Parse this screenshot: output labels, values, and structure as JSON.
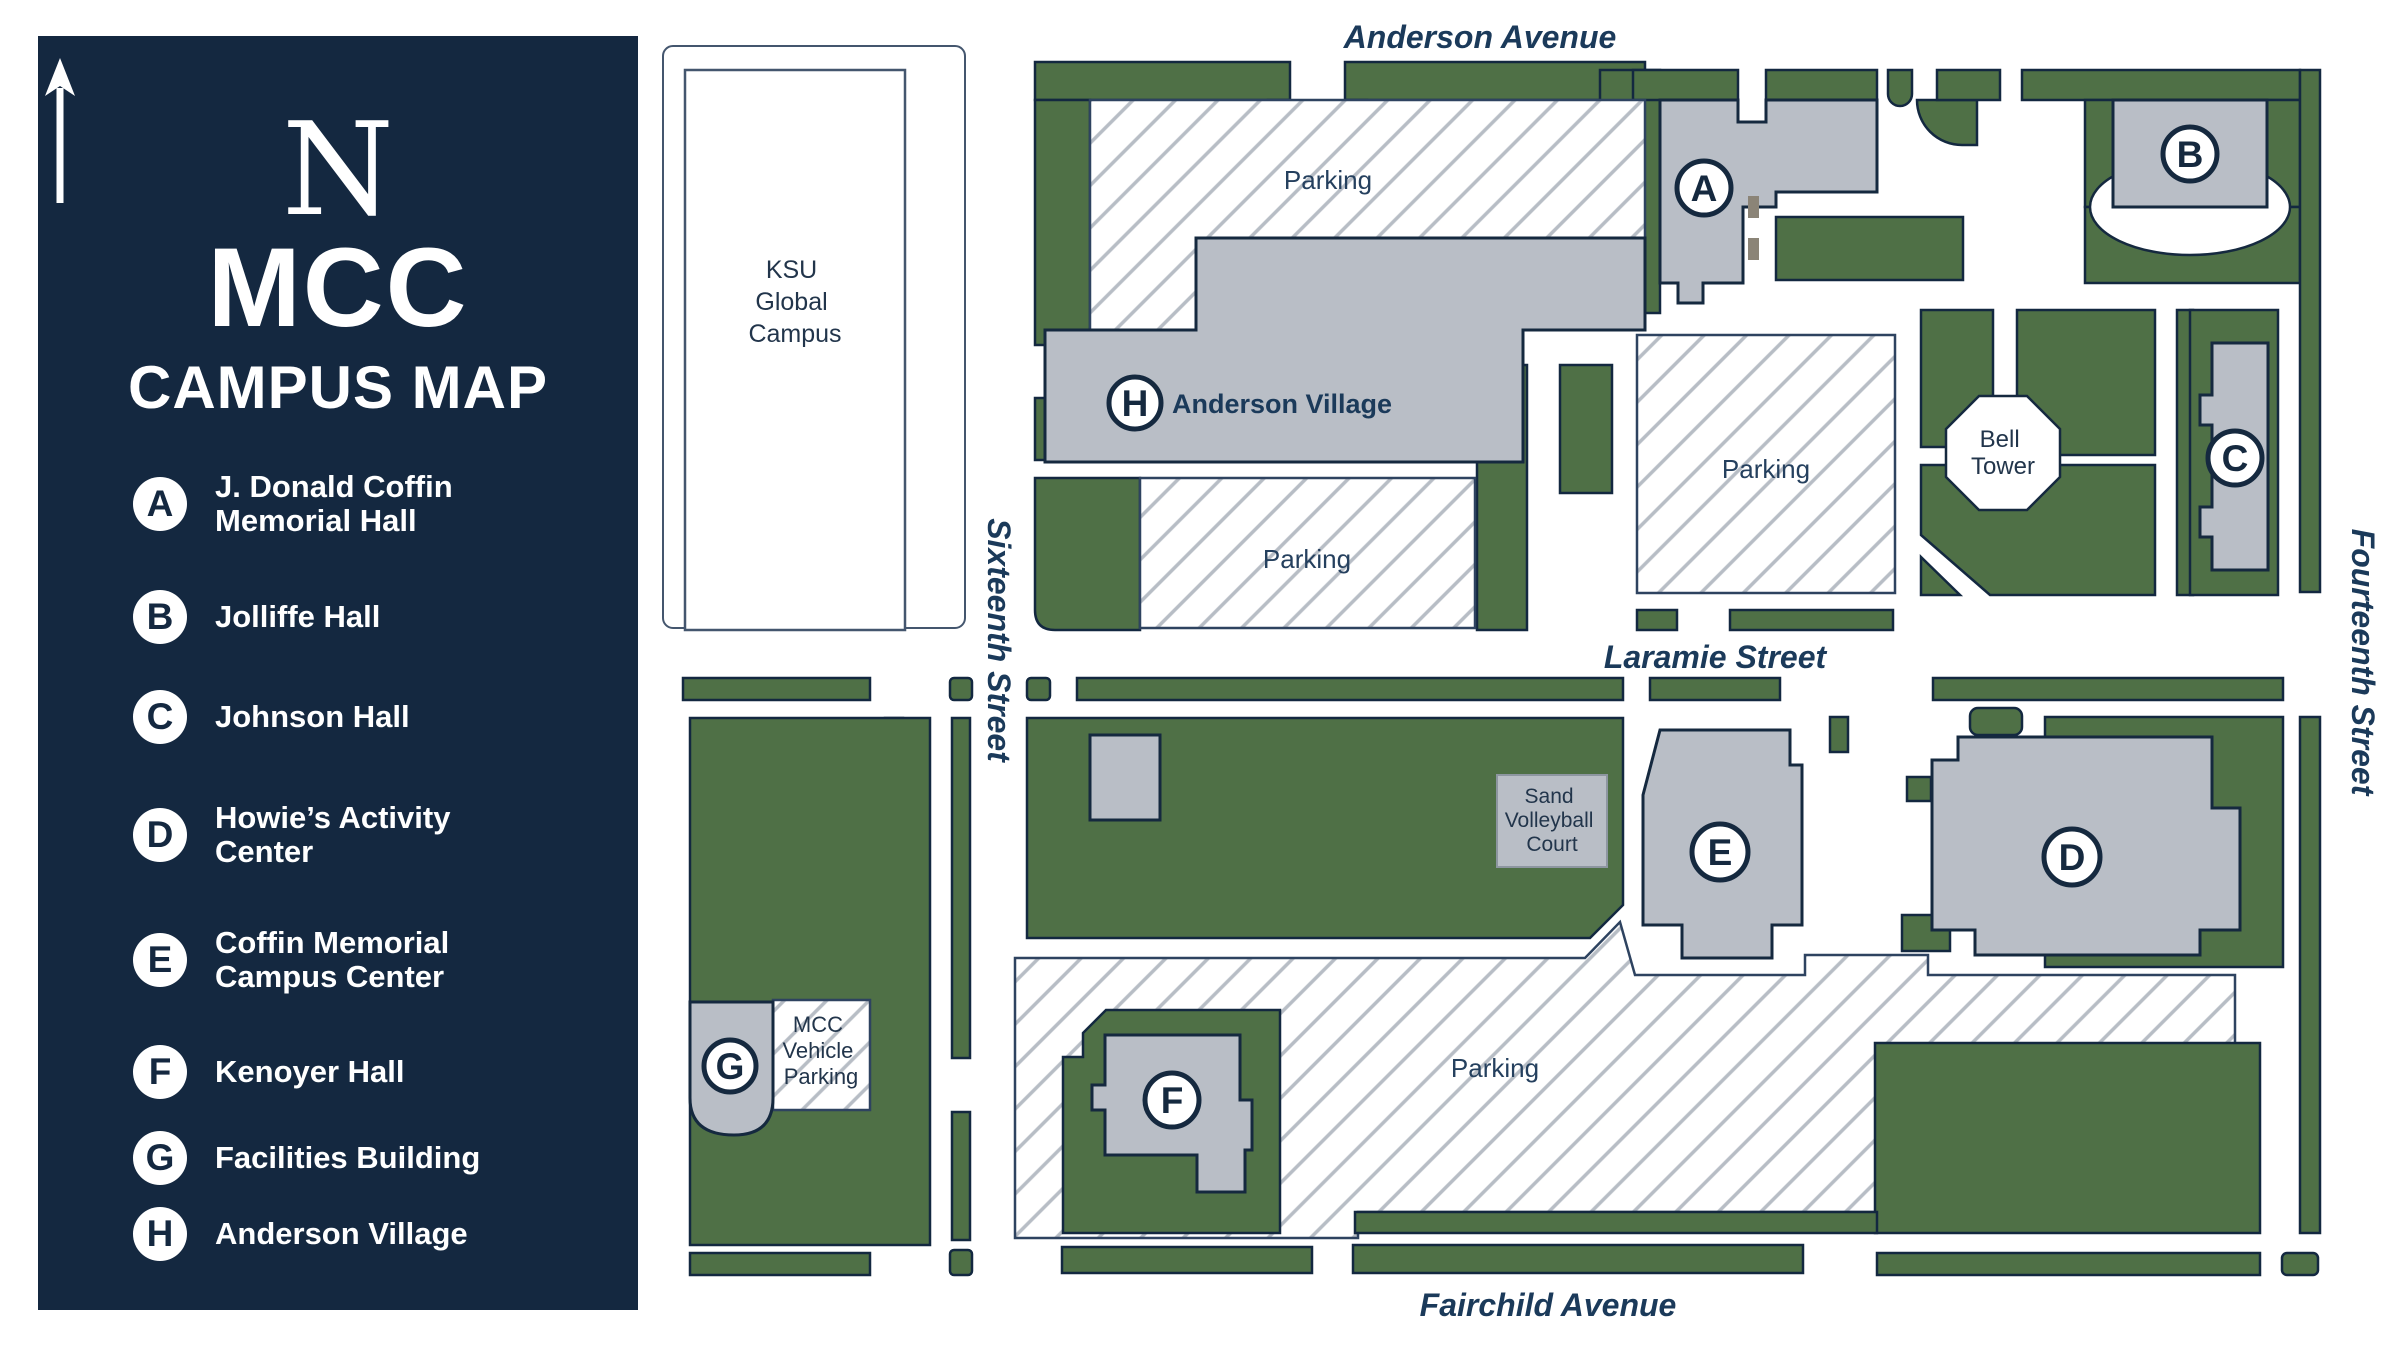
{
  "sidebar": {
    "compass_letter": "N",
    "title": "MCC",
    "subtitle": "CAMPUS MAP",
    "legend": [
      {
        "letter": "A",
        "lines": [
          "J. Donald Coffin",
          "Memorial Hall"
        ]
      },
      {
        "letter": "B",
        "lines": [
          "Jolliffe Hall"
        ]
      },
      {
        "letter": "C",
        "lines": [
          "Johnson Hall"
        ]
      },
      {
        "letter": "D",
        "lines": [
          "Howie’s Activity",
          "Center"
        ]
      },
      {
        "letter": "E",
        "lines": [
          "Coffin Memorial",
          "Campus Center"
        ]
      },
      {
        "letter": "F",
        "lines": [
          "Kenoyer Hall"
        ]
      },
      {
        "letter": "G",
        "lines": [
          "Facilities Building"
        ]
      },
      {
        "letter": "H",
        "lines": [
          "Anderson Village"
        ]
      }
    ]
  },
  "map": {
    "streets": {
      "top": "Anderson Avenue",
      "left": "Sixteenth Street",
      "middle": "Laramie Street",
      "right": "Fourteenth Street",
      "bottom": "Fairchild Avenue"
    },
    "buildings": [
      {
        "letter": "A"
      },
      {
        "letter": "B"
      },
      {
        "letter": "C"
      },
      {
        "letter": "D"
      },
      {
        "letter": "E"
      },
      {
        "letter": "F"
      },
      {
        "letter": "G"
      },
      {
        "letter": "H"
      }
    ],
    "labels": {
      "parking": "Parking",
      "anderson_village": "Anderson Village",
      "ksu_lines": [
        "KSU",
        "Global",
        "Campus"
      ],
      "bell_lines": [
        "Bell",
        "Tower"
      ],
      "sand_lines": [
        "Sand",
        "Volleyball",
        "Court"
      ],
      "vehicle_lines": [
        "MCC",
        "Vehicle",
        "Parking"
      ]
    },
    "colors": {
      "sidebar_navy": "#142840",
      "outline_navy": "#15293f",
      "green": "#4f7046",
      "building_gray": "#b9bec6",
      "hatch_line": "#b7bdc5",
      "label_navy": "#1b3a5a",
      "service_brown": "#8b8477"
    }
  }
}
